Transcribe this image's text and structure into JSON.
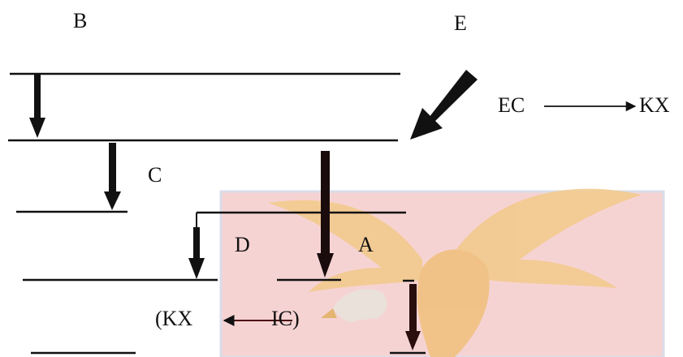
{
  "labels": {
    "b": "B",
    "e": "E",
    "c": "C",
    "d": "D",
    "a": "A",
    "ec": "EC",
    "kx": "KX",
    "kx_paren": "(KX",
    "ic_paren": "IC)"
  },
  "colors": {
    "ink": "#111111",
    "watermark_box": "#f6d3d3",
    "watermark_border": "#d9dde8",
    "watermark_eagle": "#f2c98a",
    "watermark_head": "#e8e4dc",
    "highlight_arrow": "#4a1010"
  }
}
